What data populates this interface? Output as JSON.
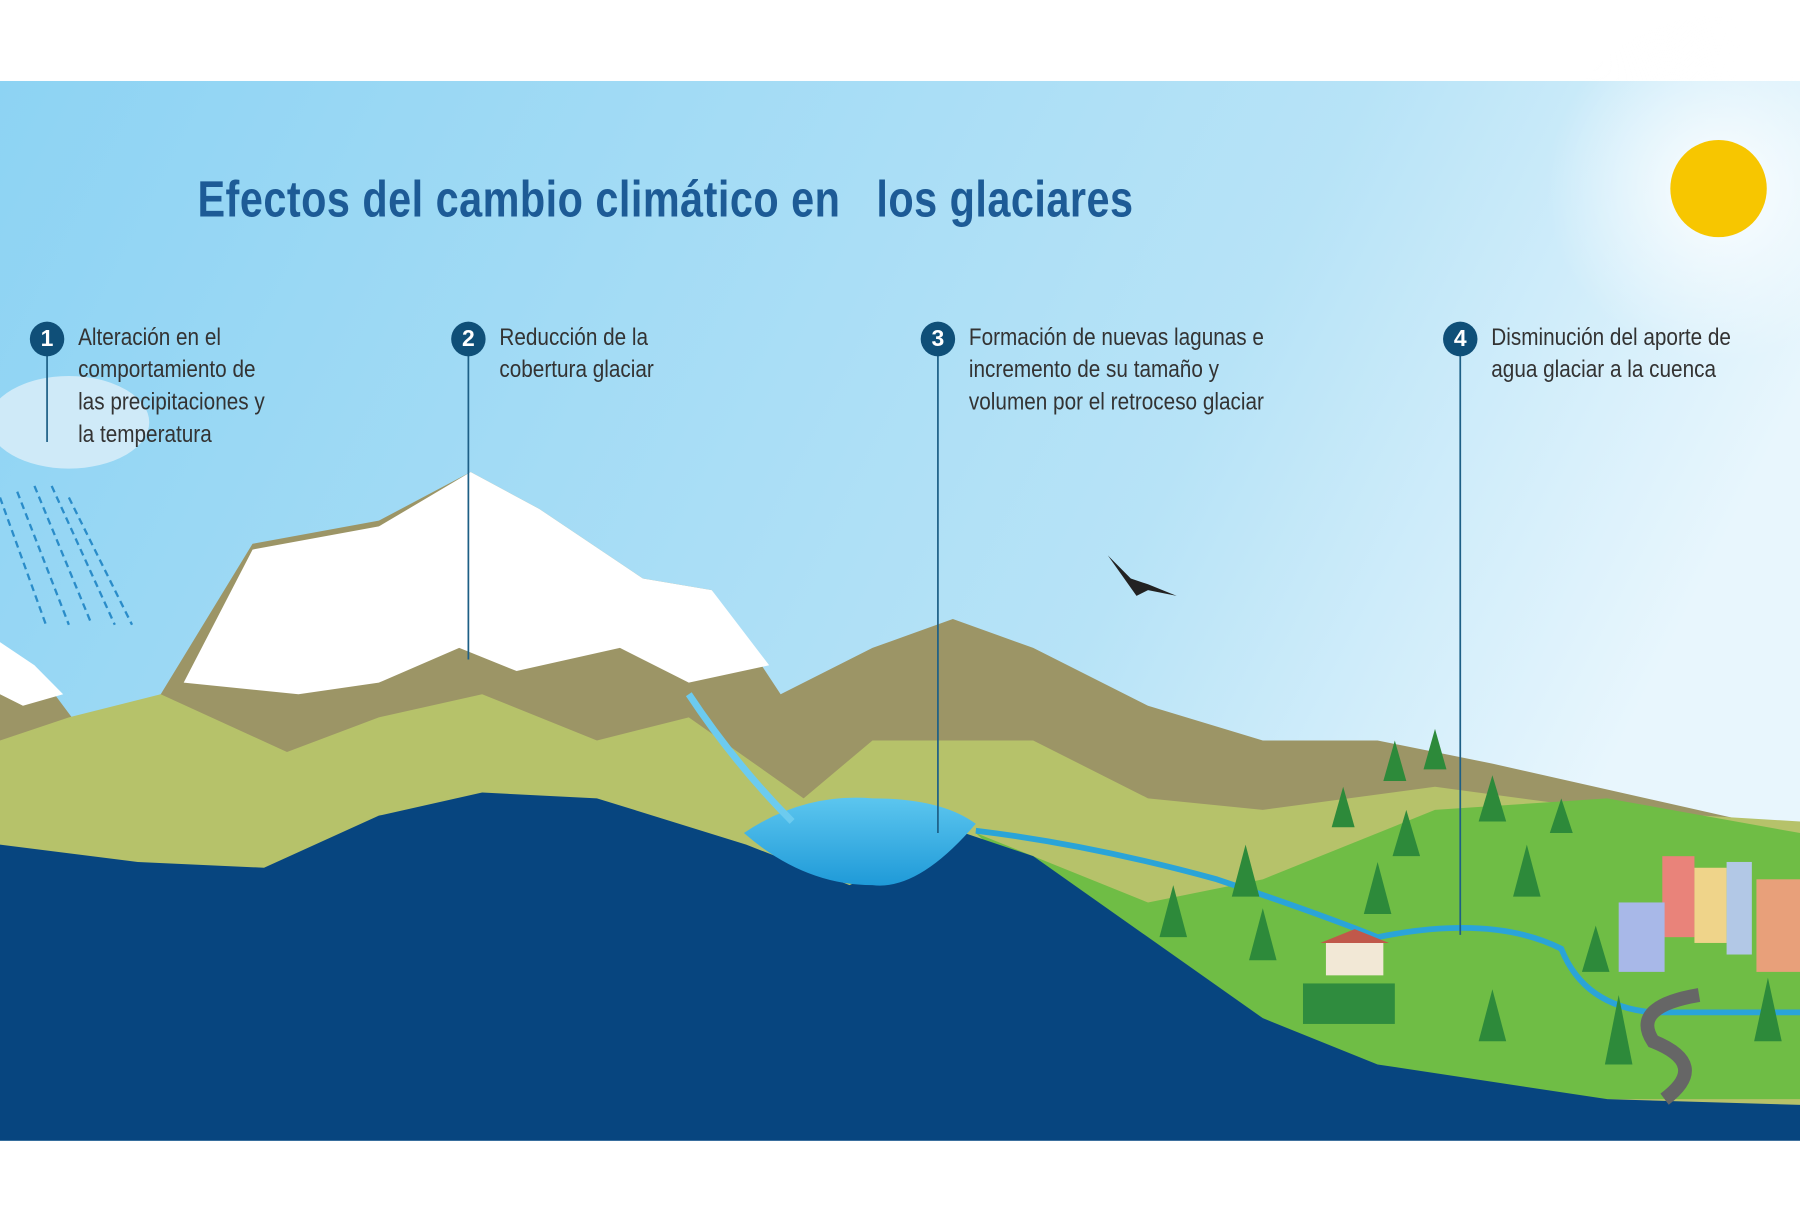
{
  "title": "Efectos del cambio climático en   los glaciares",
  "items": [
    {
      "number": "1",
      "lines": [
        "Alteración en el",
        "comportamiento de",
        "las precipitaciones y",
        "la temperatura"
      ]
    },
    {
      "number": "2",
      "lines": [
        "Reducción de la",
        "cobertura glaciar"
      ]
    },
    {
      "number": "3",
      "lines": [
        "Formación de nuevas lagunas e",
        "incremento de su tamaño y",
        "volumen por el retroceso glaciar"
      ]
    },
    {
      "number": "4",
      "lines": [
        "Disminución del aporte de",
        "agua glaciar a la cuenca"
      ]
    }
  ],
  "colors": {
    "sky": "#8fd4f2",
    "ocean": "#07457f",
    "sun": "#f7c600",
    "title": "#1d5b96",
    "marker": "#0f4f78"
  }
}
